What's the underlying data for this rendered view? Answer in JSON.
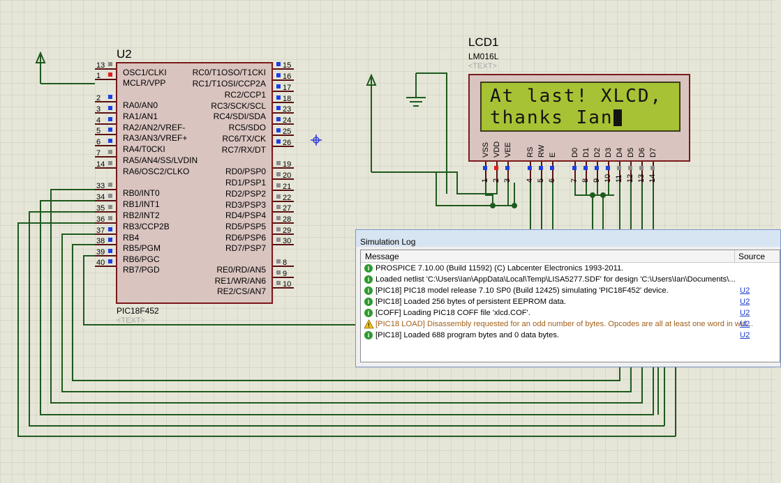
{
  "chip": {
    "ref": "U2",
    "part": "PIC18F452",
    "text_placeholder": "<TEXT>",
    "left_pins": [
      {
        "num": "13",
        "name": "OSC1/CLKI"
      },
      {
        "num": "1",
        "name": "MCLR/VPP"
      },
      {
        "num": "2",
        "name": "RA0/AN0"
      },
      {
        "num": "3",
        "name": "RA1/AN1"
      },
      {
        "num": "4",
        "name": "RA2/AN2/VREF-"
      },
      {
        "num": "5",
        "name": "RA3/AN3/VREF+"
      },
      {
        "num": "6",
        "name": "RA4/T0CKI"
      },
      {
        "num": "7",
        "name": "RA5/AN4/SS/LVDIN"
      },
      {
        "num": "14",
        "name": "RA6/OSC2/CLKO"
      },
      {
        "num": "33",
        "name": "RB0/INT0"
      },
      {
        "num": "34",
        "name": "RB1/INT1"
      },
      {
        "num": "35",
        "name": "RB2/INT2"
      },
      {
        "num": "36",
        "name": "RB3/CCP2B"
      },
      {
        "num": "37",
        "name": "RB4"
      },
      {
        "num": "38",
        "name": "RB5/PGM"
      },
      {
        "num": "39",
        "name": "RB6/PGC"
      },
      {
        "num": "40",
        "name": "RB7/PGD"
      }
    ],
    "right_pins": [
      {
        "num": "15",
        "name": "RC0/T1OSO/T1CKI"
      },
      {
        "num": "16",
        "name": "RC1/T1OSI/CCP2A"
      },
      {
        "num": "17",
        "name": "RC2/CCP1"
      },
      {
        "num": "18",
        "name": "RC3/SCK/SCL"
      },
      {
        "num": "23",
        "name": "RC4/SDI/SDA"
      },
      {
        "num": "24",
        "name": "RC5/SDO"
      },
      {
        "num": "25",
        "name": "RC6/TX/CK"
      },
      {
        "num": "26",
        "name": "RC7/RX/DT"
      },
      {
        "num": "19",
        "name": "RD0/PSP0"
      },
      {
        "num": "20",
        "name": "RD1/PSP1"
      },
      {
        "num": "21",
        "name": "RD2/PSP2"
      },
      {
        "num": "22",
        "name": "RD3/PSP3"
      },
      {
        "num": "27",
        "name": "RD4/PSP4"
      },
      {
        "num": "28",
        "name": "RD5/PSP5"
      },
      {
        "num": "29",
        "name": "RD6/PSP6"
      },
      {
        "num": "30",
        "name": "RD7/PSP7"
      },
      {
        "num": "8",
        "name": "RE0/RD/AN5"
      },
      {
        "num": "9",
        "name": "RE1/WR/AN6"
      },
      {
        "num": "10",
        "name": "RE2/CS/AN7"
      }
    ]
  },
  "lcd": {
    "ref": "LCD1",
    "part": "LM016L",
    "text_placeholder": "<TEXT>",
    "line1": "At last! XLCD,",
    "line2": "thanks Ian",
    "pins": [
      {
        "num": "1",
        "name": "VSS"
      },
      {
        "num": "2",
        "name": "VDD"
      },
      {
        "num": "3",
        "name": "VEE"
      },
      {
        "num": "4",
        "name": "RS"
      },
      {
        "num": "5",
        "name": "RW"
      },
      {
        "num": "6",
        "name": "E"
      },
      {
        "num": "7",
        "name": "D0"
      },
      {
        "num": "8",
        "name": "D1"
      },
      {
        "num": "9",
        "name": "D2"
      },
      {
        "num": "10",
        "name": "D3"
      },
      {
        "num": "11",
        "name": "D4"
      },
      {
        "num": "12",
        "name": "D5"
      },
      {
        "num": "13",
        "name": "D6"
      },
      {
        "num": "14",
        "name": "D7"
      }
    ]
  },
  "simlog": {
    "title": "Simulation Log",
    "col_message": "Message",
    "col_source": "Source",
    "rows": [
      {
        "type": "info",
        "message": "PROSPICE 7.10.00 (Build 11592) (C) Labcenter Electronics 1993-2011.",
        "source": ""
      },
      {
        "type": "info",
        "message": "Loaded netlist 'C:\\Users\\Ian\\AppData\\Local\\Temp\\LISA5277.SDF' for design 'C:\\Users\\Ian\\Documents\\...",
        "source": ""
      },
      {
        "type": "info",
        "message": "[PIC18] PIC18 model release 7.10 SP0 (Build 12425) simulating 'PIC18F452' device.",
        "source": "U2"
      },
      {
        "type": "info",
        "message": "[PIC18] Loaded 256 bytes of persistent EEPROM data.",
        "source": "U2"
      },
      {
        "type": "info",
        "message": "[COFF] Loading PIC18 COFF file 'xlcd.COF'.",
        "source": "U2"
      },
      {
        "type": "warning",
        "message": "[PIC18 LOAD] Disassembly requested for an odd number of bytes. Opcodes are all at least one word in wid...",
        "source": "U2"
      },
      {
        "type": "info",
        "message": "[PIC18] Loaded 688 program bytes and 0 data bytes.",
        "source": "U2"
      }
    ]
  },
  "colors": {
    "background": "#e6e6d8",
    "grid": "#c9c9bb",
    "wire": "#1d5a1d",
    "component_border": "#7a1a1a",
    "component_fill": "#d9c4c0",
    "lcd_screen": "#a7c234",
    "pin_blue": "#1f3fe0",
    "pin_red": "#e01f1f",
    "pin_gray": "#8c8c8c",
    "warning_text": "#a0601a"
  }
}
